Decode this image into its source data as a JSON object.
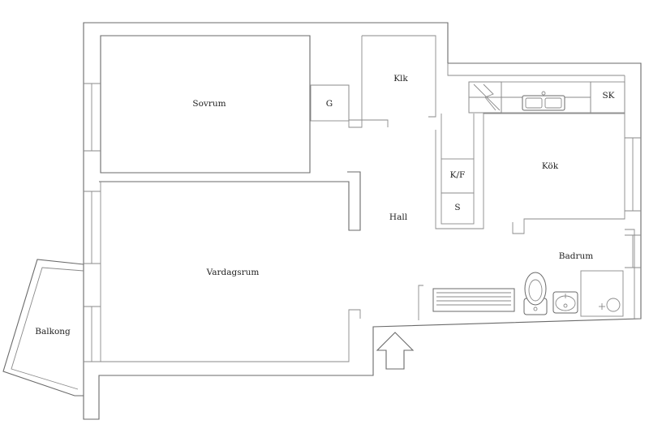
{
  "rooms": {
    "sovrum": "Sovrum",
    "garderob": "G",
    "klk": "Klk",
    "sk": "SK",
    "kok": "Kök",
    "kf": "K/F",
    "s": "S",
    "hall": "Hall",
    "vardagsrum": "Vardagsrum",
    "badrum": "Badrum",
    "balkong": "Balkong"
  },
  "icons": {
    "entrance": "entrance-arrow-icon",
    "stove": "stove-icon",
    "sink": "kitchen-sink-icon",
    "radiator": "radiator-icon",
    "toilet": "toilet-icon",
    "washbasin": "washbasin-icon",
    "shower": "shower-icon"
  },
  "colors": {
    "wall": "#6a6a6a",
    "background": "#ffffff",
    "text": "#222222"
  }
}
